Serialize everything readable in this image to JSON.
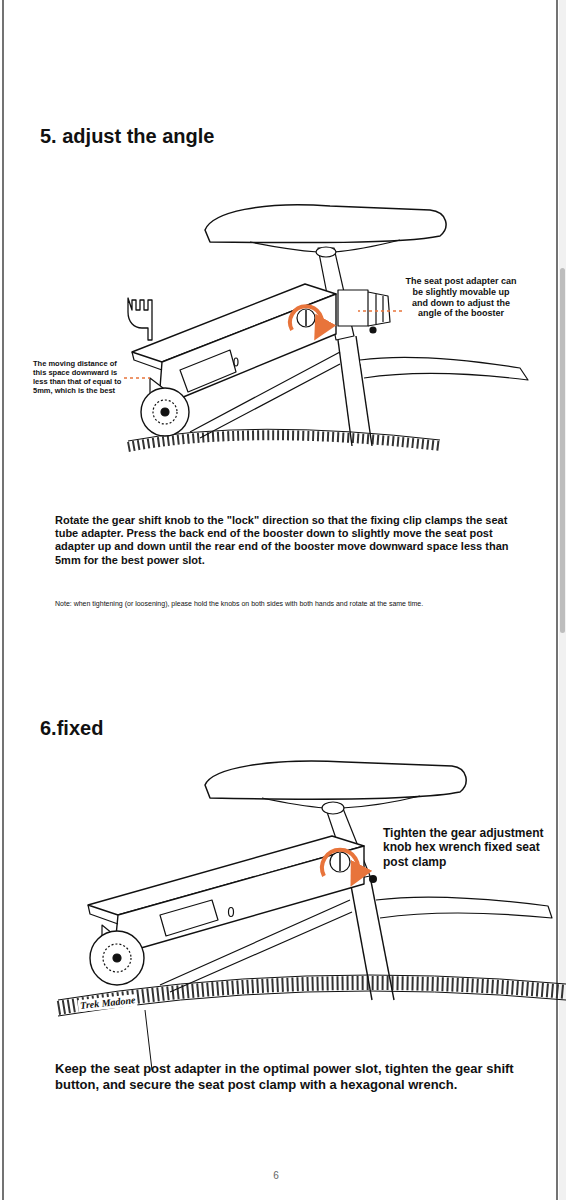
{
  "diagram": {
    "labels": [
      "5. adjust the angle",
      "The seat post adapter can be slightly movable up and down to adjust the angle of the booster",
      "The moving distance of this space downward is less than that of equal to 5mm, which is the best",
      "Rotate the gear shift knob to the \"lock\" direction so that the fixing clip clamps the seat tube adapter. Press the back end of the booster down to slightly move the seat post adapter up and down until the rear end of the booster move downward space less than 5mm for the best power slot.",
      "Note: when tightening (or loosening), please hold the knobs on both sides with both hands and rotate at the same time.",
      "6.fixed",
      "Tighten the gear adjustment knob hex wrench fixed seat post clamp",
      "Keep the seat post adapter in the optimal power slot, tighten the gear shift button, and secure the seat post clamp with a hexagonal wrench.",
      "Trek Madone",
      "6"
    ]
  }
}
